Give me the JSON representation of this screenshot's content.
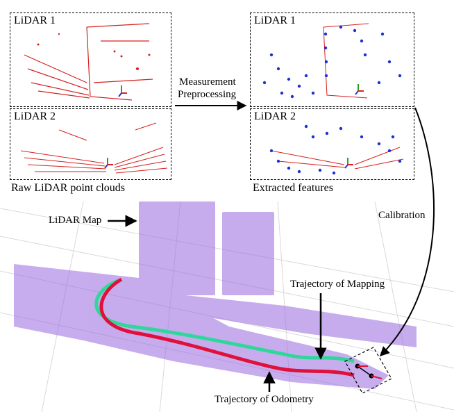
{
  "panels": {
    "raw_lidar1": "LiDAR 1",
    "raw_lidar2": "LiDAR 2",
    "feat_lidar1": "LiDAR 1",
    "feat_lidar2": "LiDAR 2"
  },
  "captions": {
    "raw": "Raw LiDAR point clouds",
    "features": "Extracted features"
  },
  "arrows": {
    "preprocess_line1": "Measurement",
    "preprocess_line2": "Preprocessing",
    "calibration": "Calibration"
  },
  "map_labels": {
    "lidar_map": "LiDAR Map",
    "trajectory_mapping": "Trajectory of Mapping",
    "trajectory_odometry": "Trajectory of Odometry"
  },
  "colors": {
    "raw_points": "#d62020",
    "feature_points": "#1f2fd6",
    "map_points": "#9b6ae0",
    "trajectory_mapping": "#2fd79a",
    "trajectory_odometry": "#e0103a"
  }
}
